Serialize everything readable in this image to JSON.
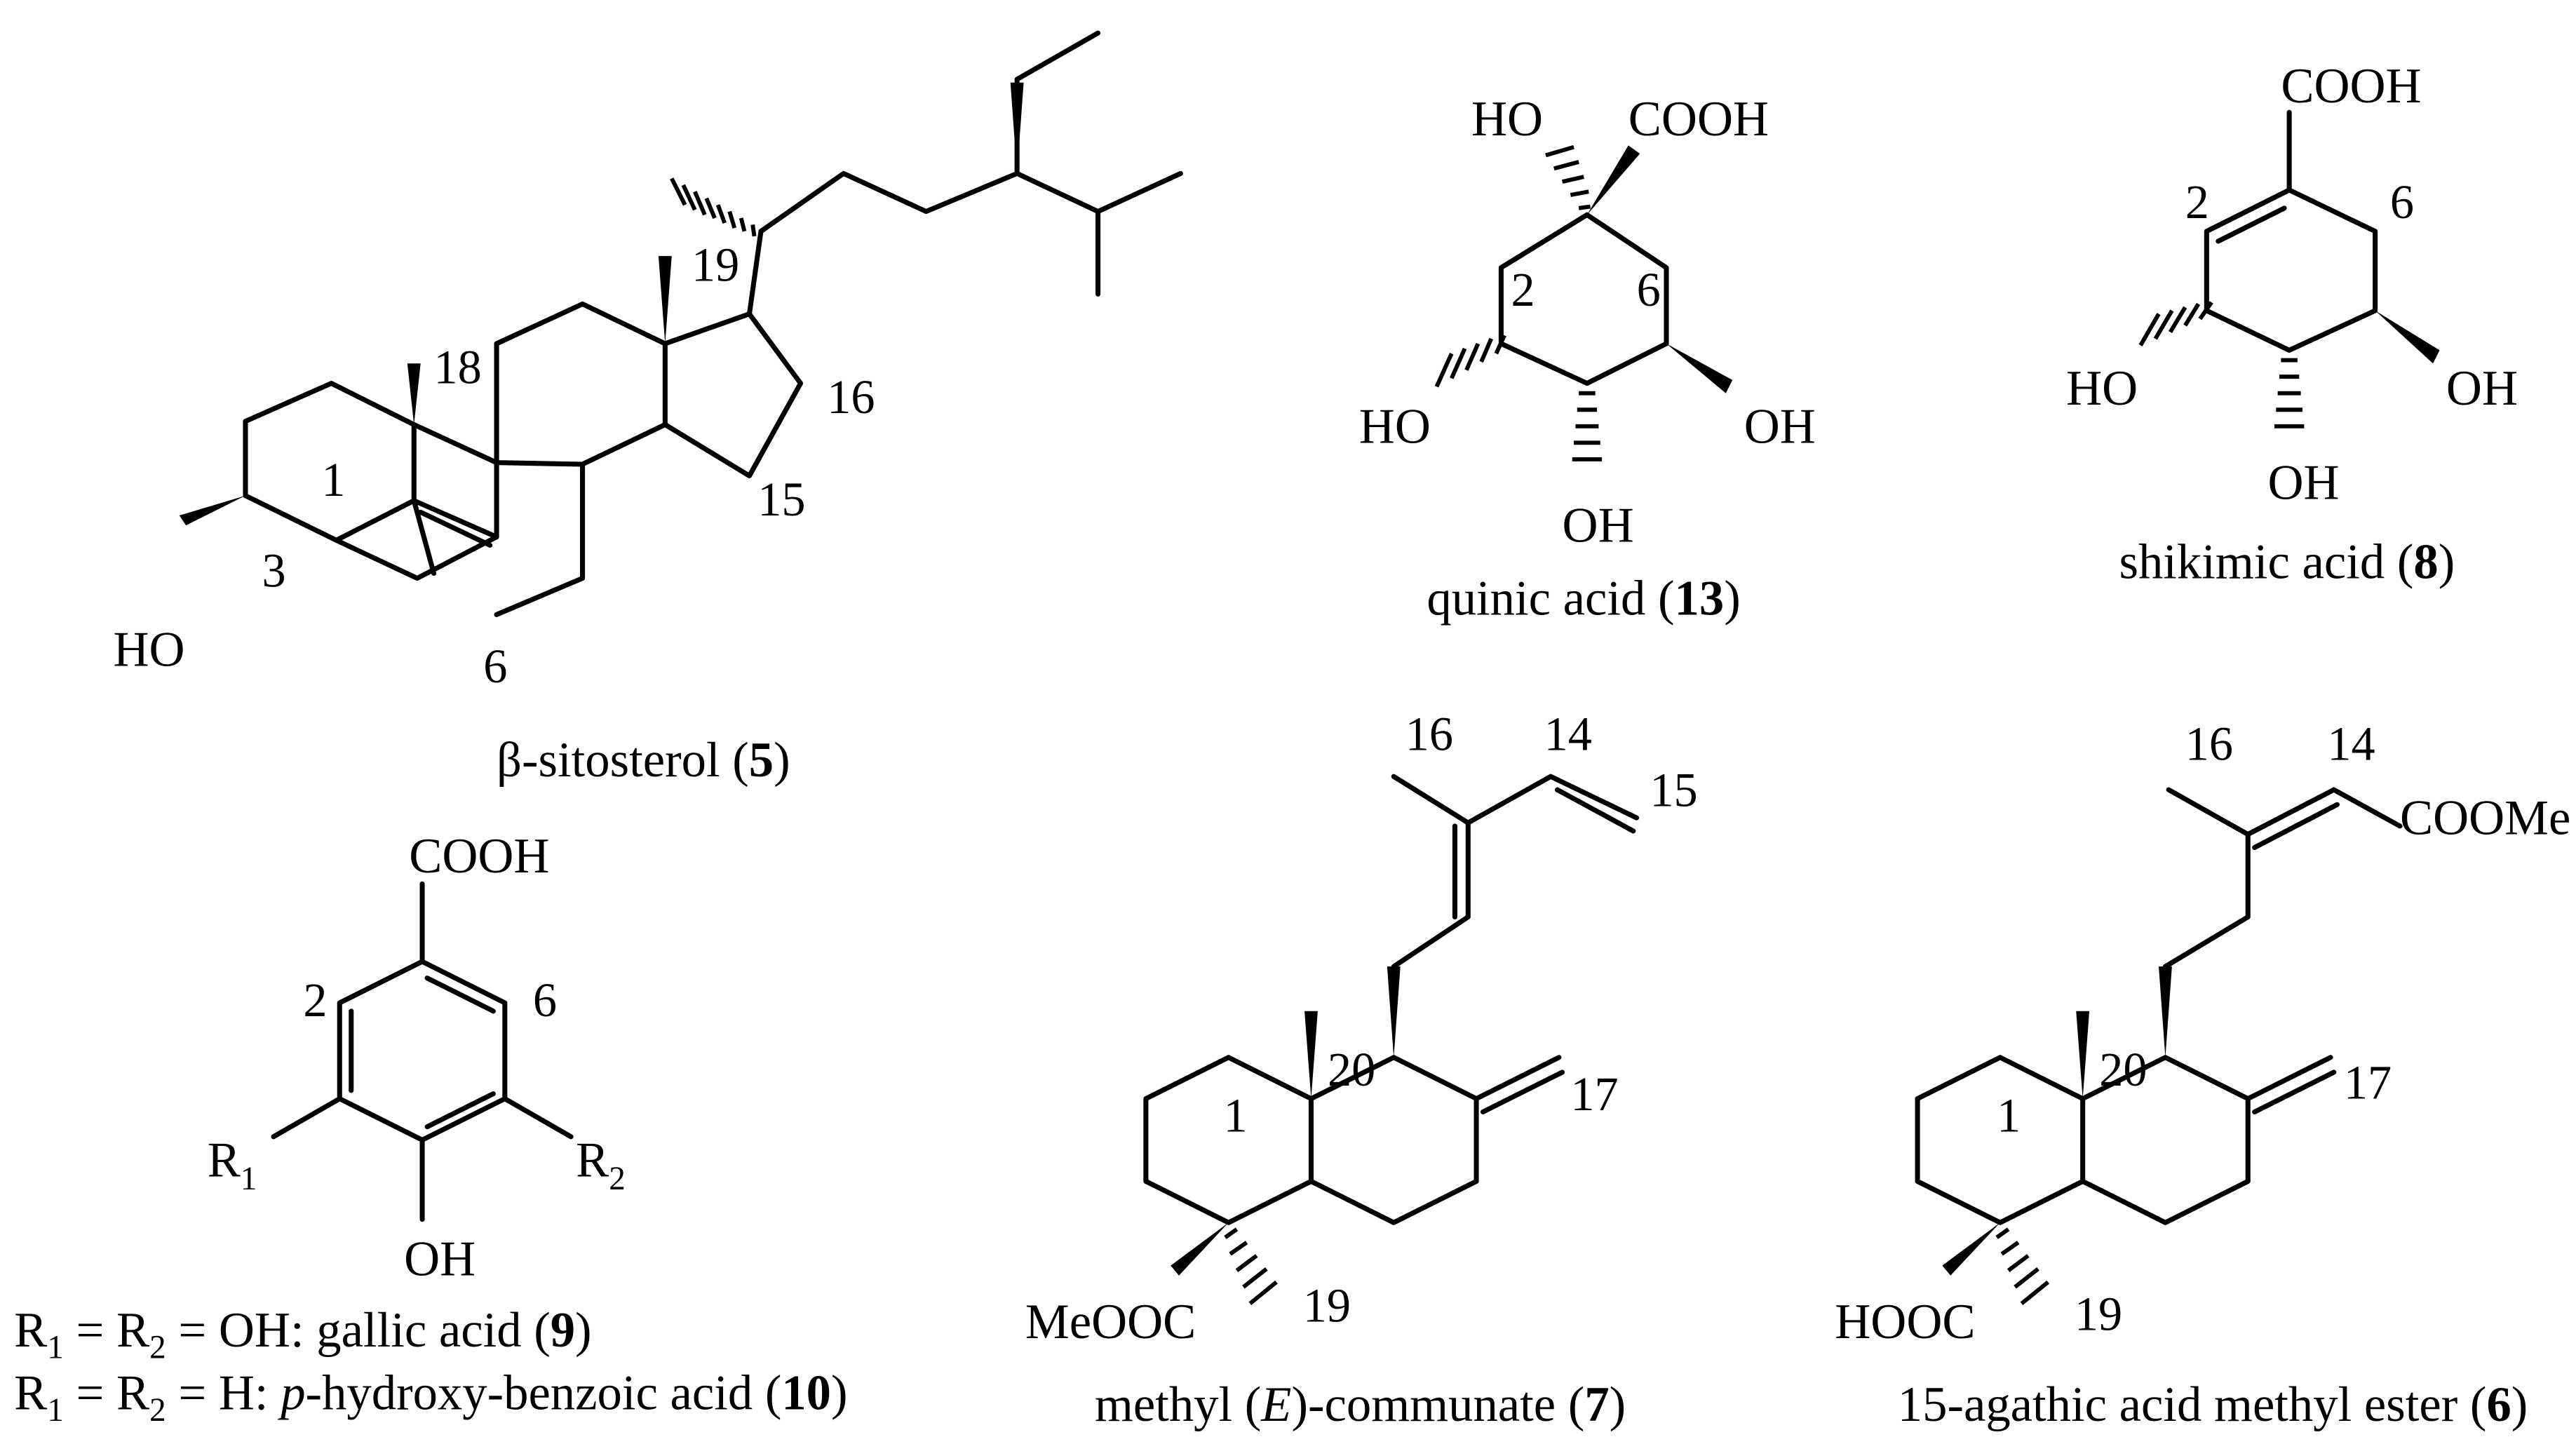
{
  "compounds": {
    "sitosterol": {
      "caption_pre": "β-sitosterol (",
      "caption_num": "5",
      "caption_post": ")",
      "oh": "HO",
      "nums": {
        "n1": "1",
        "n3": "3",
        "n6": "6",
        "n15": "15",
        "n16": "16",
        "n18": "18",
        "n19": "19"
      }
    },
    "quinic": {
      "caption_pre": "quinic acid (",
      "caption_num": "13",
      "caption_post": ")",
      "ho_top": "HO",
      "cooh": "COOH",
      "ho_left": "HO",
      "oh_right": "OH",
      "oh_bottom": "OH",
      "nums": {
        "n2": "2",
        "n6": "6"
      }
    },
    "shikimic": {
      "caption_pre": "shikimic acid (",
      "caption_num": "8",
      "caption_post": ")",
      "cooh": "COOH",
      "ho_left": "HO",
      "oh_right": "OH",
      "oh_bottom": "OH",
      "nums": {
        "n2": "2",
        "n6": "6"
      }
    },
    "benzoic": {
      "cooh": "COOH",
      "oh": "OH",
      "r1": "R",
      "r1_sub": "1",
      "r2": "R",
      "r2_sub": "2",
      "nums": {
        "n2": "2",
        "n6": "6"
      },
      "line1": {
        "r1": "R",
        "s1": "1",
        "mid": " = R",
        "s2": "2",
        "rest": " = OH: gallic acid (",
        "num": "9",
        "close": ")"
      },
      "line2": {
        "r1": "R",
        "s1": "1",
        "mid": " = R",
        "s2": "2",
        "rest_a": " = H: ",
        "p": "p",
        "rest_b": "-hydroxy-benzoic acid (",
        "num": "10",
        "close": ")"
      }
    },
    "communate": {
      "caption_pre": "methyl (",
      "caption_e": "E",
      "caption_mid": ")-communate (",
      "caption_num": "7",
      "caption_post": ")",
      "meooc": "MeOOC",
      "nums": {
        "n1": "1",
        "n14": "14",
        "n15": "15",
        "n16": "16",
        "n17": "17",
        "n19": "19",
        "n20": "20"
      }
    },
    "agathic": {
      "caption_pre": "15-agathic acid methyl ester (",
      "caption_num": "6",
      "caption_post": ")",
      "hooc": "HOOC",
      "coome": "COOMe",
      "nums": {
        "n1": "1",
        "n14": "14",
        "n16": "16",
        "n17": "17",
        "n19": "19",
        "n20": "20"
      }
    }
  }
}
